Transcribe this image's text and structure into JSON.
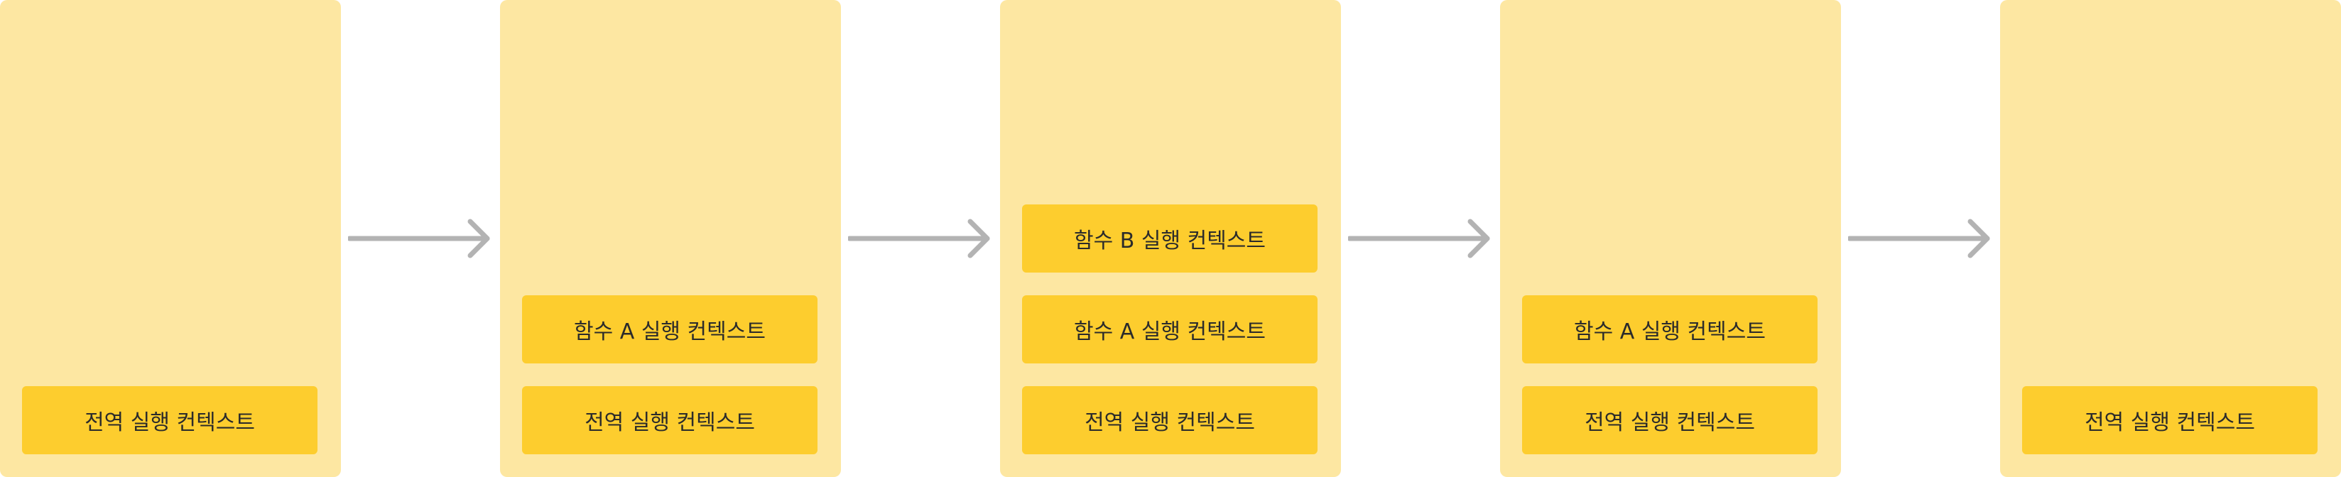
{
  "stacks": [
    {
      "contexts": [
        "전역 실행 컨텍스트"
      ]
    },
    {
      "contexts": [
        "전역 실행 컨텍스트",
        "함수 A 실행 컨텍스트"
      ]
    },
    {
      "contexts": [
        "전역 실행 컨텍스트",
        "함수 A 실행 컨텍스트",
        "함수 B 실행 컨텍스트"
      ]
    },
    {
      "contexts": [
        "전역 실행 컨텍스트",
        "함수 A 실행 컨텍스트"
      ]
    },
    {
      "contexts": [
        "전역 실행 컨텍스트"
      ]
    }
  ],
  "colors": {
    "stack_background": "#fde7a2",
    "context_box": "#fdcd2e",
    "arrow": "#b3b3b3",
    "text": "#2b2b2b"
  }
}
